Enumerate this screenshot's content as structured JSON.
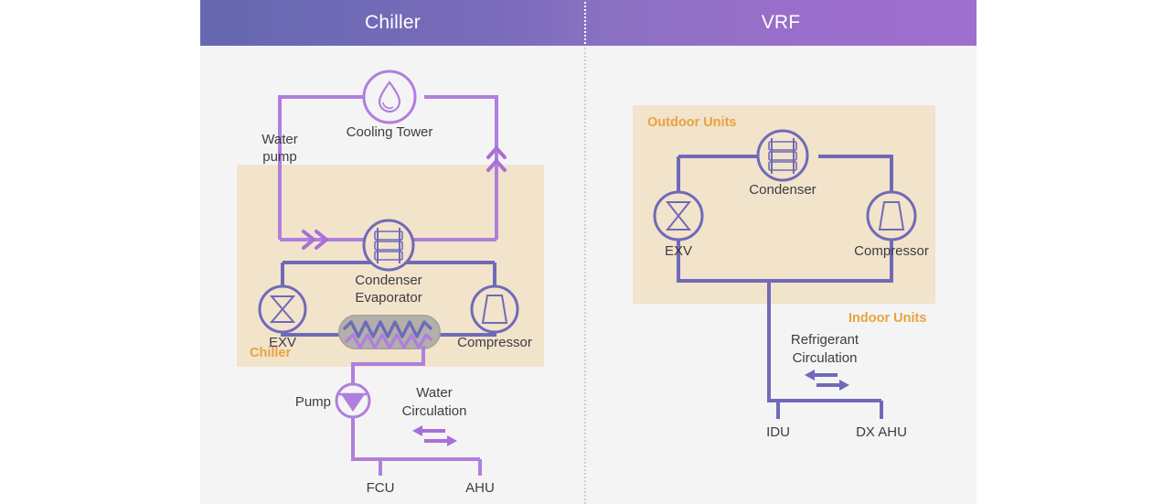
{
  "header": {
    "left_tab": "Chiller",
    "right_tab": "VRF",
    "gradient_start": "#6568b0",
    "gradient_end": "#9f6fcd",
    "divider": "dotted-white"
  },
  "colors": {
    "page_bg": "#ffffff",
    "panel_bg": "#f4f4f5",
    "beige_box": "#f2e3cb",
    "refrigerant_line": "#6f6ab8",
    "water_line": "#b07fdd",
    "label_text": "#3c3c42",
    "box_label": "#e8a33d",
    "evaporator_shell": "#a9a5a0"
  },
  "chiller": {
    "box_label": "Chiller",
    "components": [
      {
        "name": "Cooling Tower",
        "icon": "water-drop-icon"
      },
      {
        "name": "Water pump",
        "icon": "none"
      },
      {
        "name": "Condenser",
        "icon": "coil-icon"
      },
      {
        "name": "EXV",
        "icon": "hourglass-valve-icon"
      },
      {
        "name": "Compressor",
        "icon": "trapezoid-icon"
      },
      {
        "name": "Evaporator",
        "icon": "zigzag-heat-exchanger-icon"
      },
      {
        "name": "Pump",
        "icon": "pump-triangle-icon"
      },
      {
        "name": "FCU",
        "icon": "none"
      },
      {
        "name": "AHU",
        "icon": "none"
      }
    ],
    "circulation_label_line1": "Water",
    "circulation_label_line2": "Circulation",
    "circulation_arrows": "bidirectional"
  },
  "vrf": {
    "outdoor_box_label": "Outdoor Units",
    "indoor_box_label": "Indoor Units",
    "components": [
      {
        "name": "Condenser",
        "icon": "coil-icon"
      },
      {
        "name": "EXV",
        "icon": "hourglass-valve-icon"
      },
      {
        "name": "Compressor",
        "icon": "trapezoid-icon"
      },
      {
        "name": "IDU",
        "icon": "none"
      },
      {
        "name": "DX AHU",
        "icon": "none"
      }
    ],
    "circulation_label_line1": "Refrigerant",
    "circulation_label_line2": "Circulation",
    "circulation_arrows": "bidirectional"
  }
}
